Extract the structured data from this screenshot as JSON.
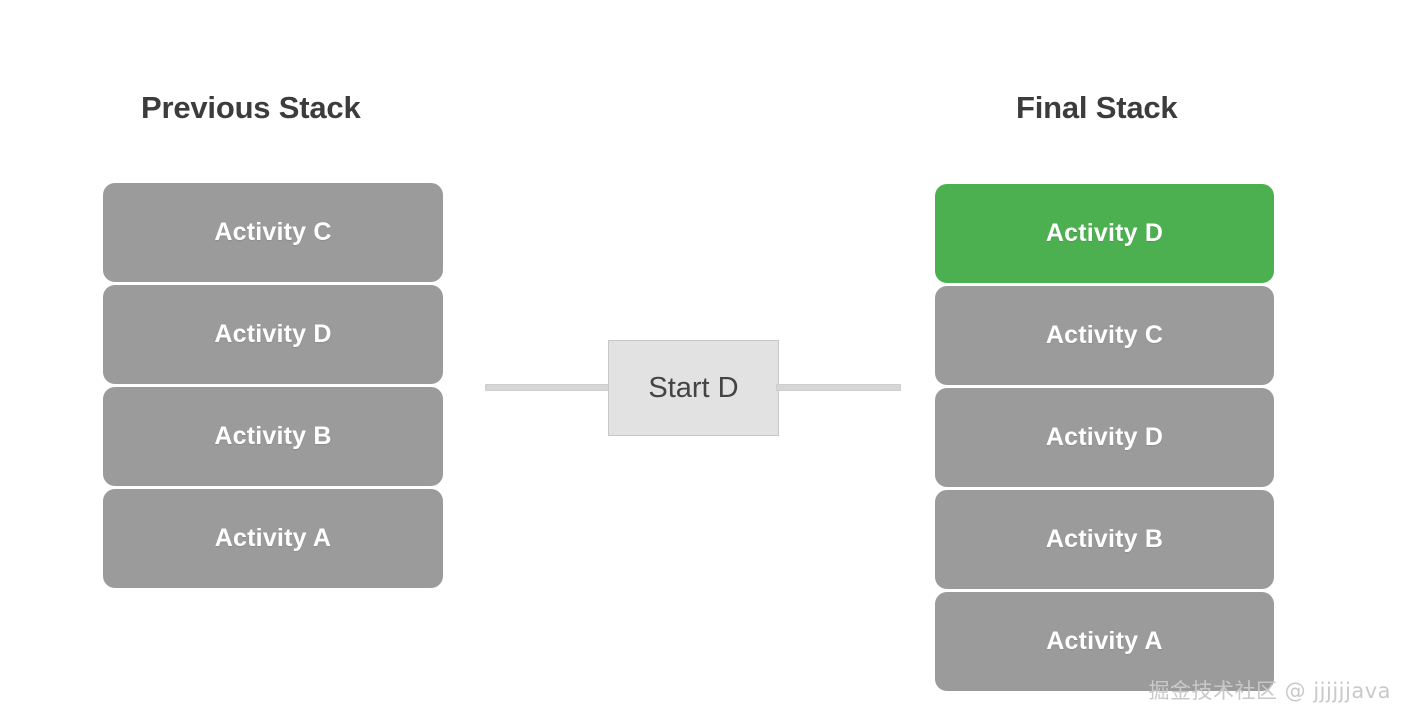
{
  "diagram": {
    "columns": [
      {
        "id": "previous-stack",
        "title": "Previous Stack",
        "boxes": [
          {
            "label": "Activity C",
            "state": "normal"
          },
          {
            "label": "Activity D",
            "state": "normal"
          },
          {
            "label": "Activity B",
            "state": "normal"
          },
          {
            "label": "Activity A",
            "state": "normal"
          }
        ]
      },
      {
        "id": "final-stack",
        "title": "Final Stack",
        "boxes": [
          {
            "label": "Activity D",
            "state": "highlight"
          },
          {
            "label": "Activity C",
            "state": "normal"
          },
          {
            "label": "Activity D",
            "state": "normal"
          },
          {
            "label": "Activity B",
            "state": "normal"
          },
          {
            "label": "Activity A",
            "state": "normal"
          }
        ]
      }
    ],
    "transition": {
      "action_label": "Start D"
    }
  },
  "watermark": {
    "text": "掘金技术社区 @ jjjjjjava"
  },
  "colors": {
    "box_normal": "#9b9b9b",
    "box_highlight": "#4cb050",
    "box_text": "#ffffff",
    "title_text": "#3c3c3c",
    "action_fill": "#e2e2e2",
    "action_border": "#c8c8c8",
    "action_text": "#444444",
    "connector": "#d6d6d6",
    "background": "#ffffff",
    "watermark_text": "#c9c9c9"
  }
}
